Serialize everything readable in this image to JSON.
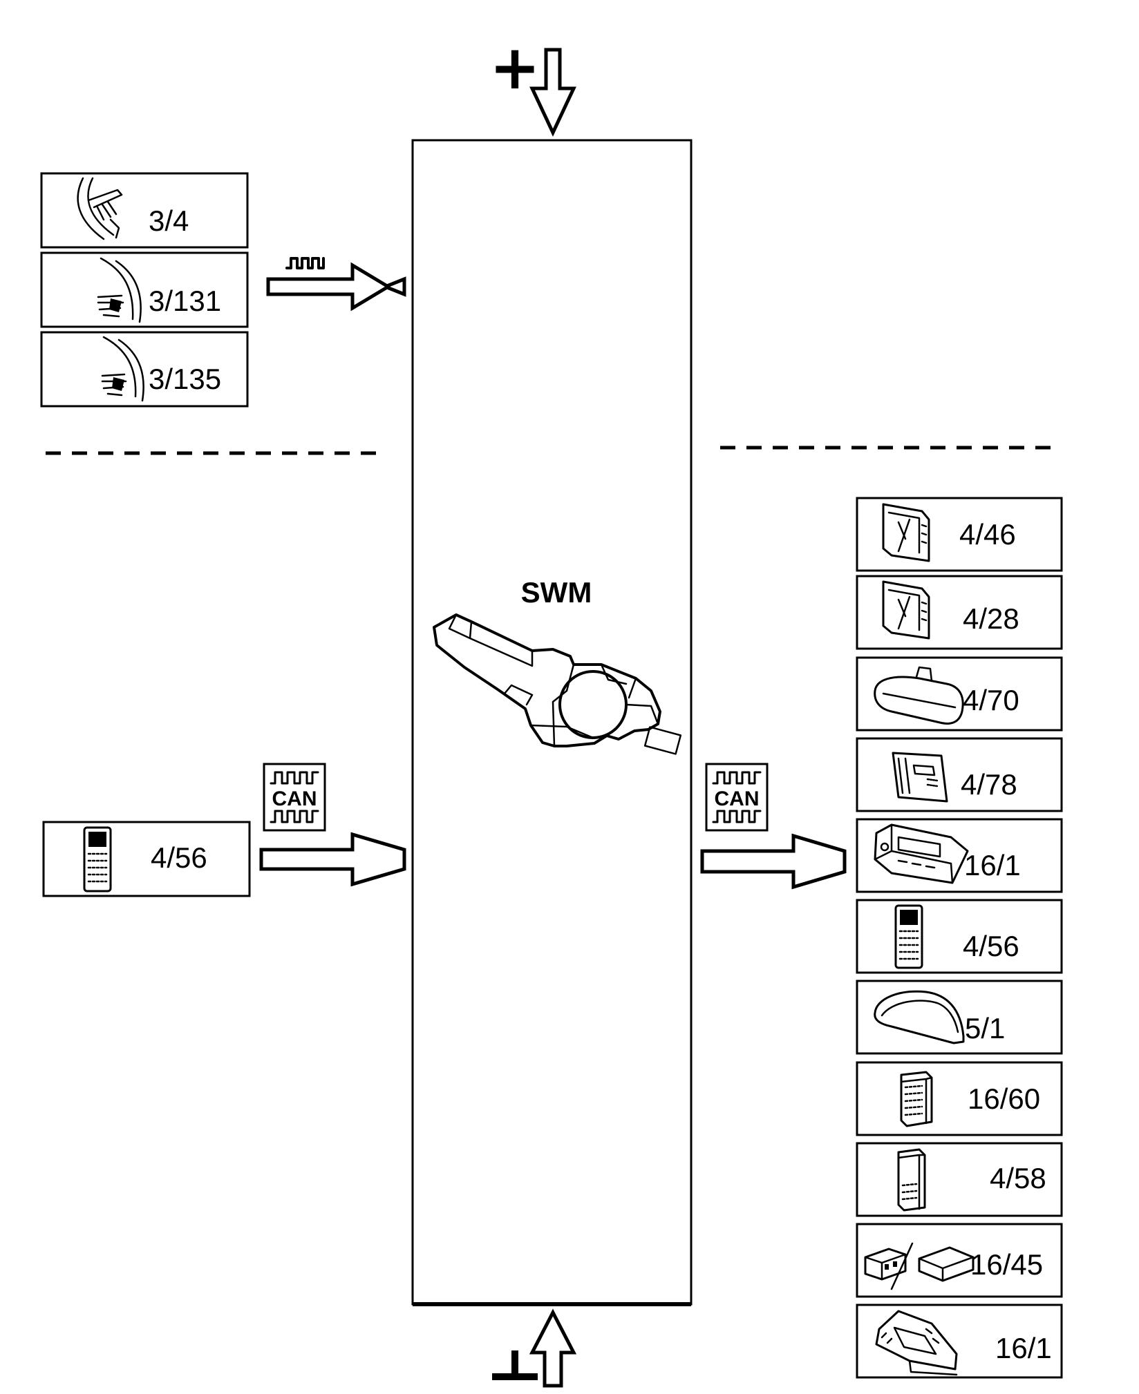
{
  "power_symbol": "+",
  "ground_symbol": "⊥",
  "module": {
    "label": "SWM",
    "icon": "steering-wheel-module-icon"
  },
  "inputs_wired": [
    {
      "label": "3/4",
      "icon": "steering-wheel-switch-icon"
    },
    {
      "label": "3/131",
      "icon": "steering-wheel-button-icon"
    },
    {
      "label": "3/135",
      "icon": "steering-wheel-button-icon"
    }
  ],
  "inputs_can": [
    {
      "label": "4/56",
      "icon": "control-module-icon"
    }
  ],
  "can_badge": "CAN",
  "outputs_can": [
    {
      "label": "4/46",
      "icon": "control-unit-icon"
    },
    {
      "label": "4/28",
      "icon": "control-unit-icon"
    },
    {
      "label": "4/70",
      "icon": "rearview-mirror-icon"
    },
    {
      "label": "4/78",
      "icon": "module-box-icon"
    },
    {
      "label": "16/1",
      "icon": "audio-unit-icon"
    },
    {
      "label": "4/56",
      "icon": "control-module-icon"
    },
    {
      "label": "5/1",
      "icon": "instrument-cluster-icon"
    },
    {
      "label": "16/60",
      "icon": "control-module-icon"
    },
    {
      "label": "4/58",
      "icon": "control-module-icon"
    },
    {
      "label": "16/45",
      "icon": "amplifier-unit-icon"
    },
    {
      "label": "16/1",
      "icon": "audio-unit-icon"
    }
  ]
}
